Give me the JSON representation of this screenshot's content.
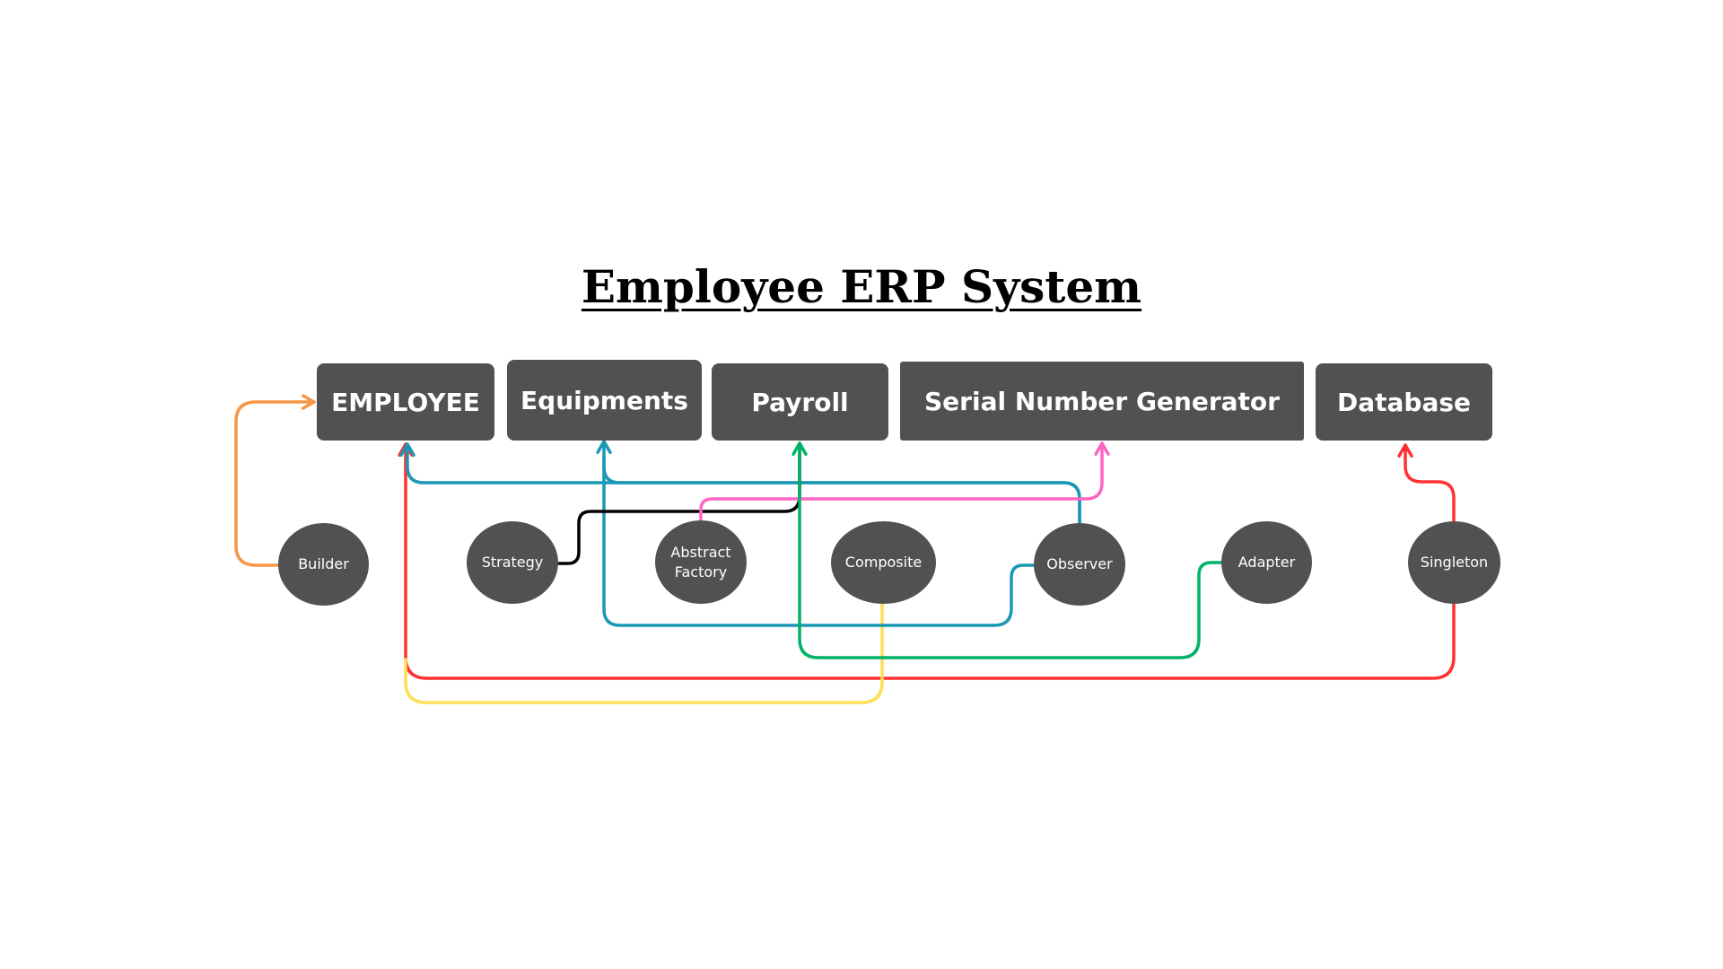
{
  "title": "Employee ERP System",
  "modules": {
    "employee": "EMPLOYEE",
    "equipments": "Equipments",
    "payroll": "Payroll",
    "serial": "Serial Number Generator",
    "database": "Database"
  },
  "patterns": {
    "builder": "Builder",
    "strategy": "Strategy",
    "abstract_factory": "Abstract Factory",
    "composite": "Composite",
    "observer": "Observer",
    "adapter": "Adapter",
    "singleton": "Singleton"
  },
  "connector_colors": {
    "builder": "#f79646",
    "strategy": "#000000",
    "abstract_factory": "#ff66c4",
    "composite": "#ffde59",
    "observer": "#1a98b5",
    "adapter": "#00b366",
    "singleton": "#ff3131",
    "box_fill": "#515151"
  }
}
